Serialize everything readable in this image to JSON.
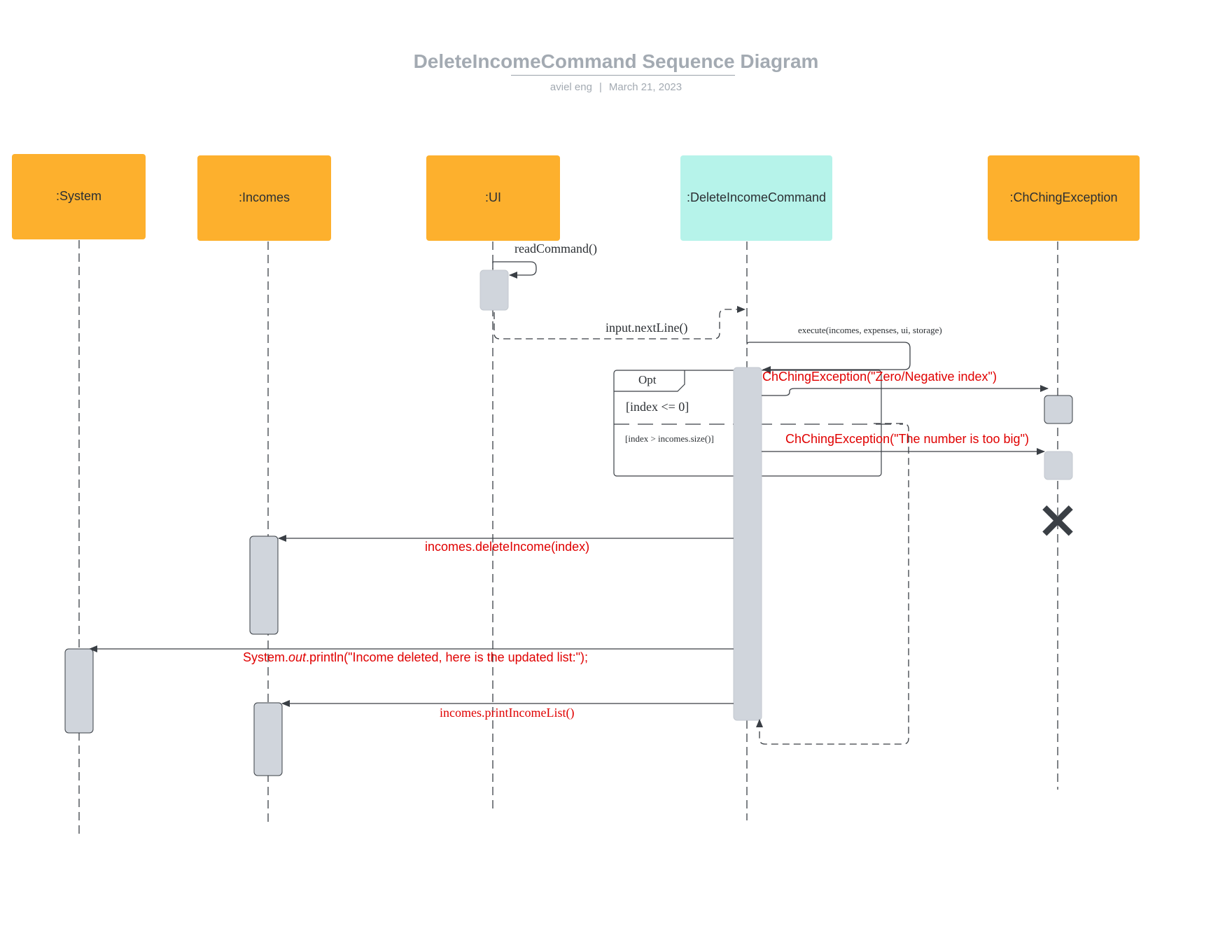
{
  "diagram": {
    "title": "DeleteIncomeCommand Sequence Diagram",
    "author": "aviel eng",
    "date": "March 21, 2023",
    "colors": {
      "participant_default": "#fdb02d",
      "participant_highlight": "#b6f3ea",
      "activation": "#d0d5dc",
      "line": "#3a3f45",
      "message_red": "#e00000"
    },
    "participants": [
      {
        "id": "system",
        "label": ":System"
      },
      {
        "id": "incomes",
        "label": ":Incomes"
      },
      {
        "id": "ui",
        "label": ":UI"
      },
      {
        "id": "delete_income_command",
        "label": ":DeleteIncomeCommand"
      },
      {
        "id": "chching_exception",
        "label": ":ChChingException"
      }
    ],
    "messages": {
      "read_command": "readCommand()",
      "input_next_line": "input.nextLine()",
      "execute": "execute(incomes, expenses, ui, storage)",
      "exception_zero_negative": "ChChingException(\"Zero/Negative index\")",
      "exception_too_big": "ChChingException(\"The number is too big\")",
      "delete_income": "incomes.deleteIncome(index)",
      "println_prefix": "System.",
      "println_italic": "out",
      "println_suffix": ".println(\"Income deleted, here is the updated list:\");",
      "print_income_list": "incomes.printIncomeList()"
    },
    "opt_fragment": {
      "label": "Opt",
      "guard_1": "[index <= 0]",
      "guard_2": "[index > incomes.size()]"
    },
    "destruction_marker": "×"
  }
}
